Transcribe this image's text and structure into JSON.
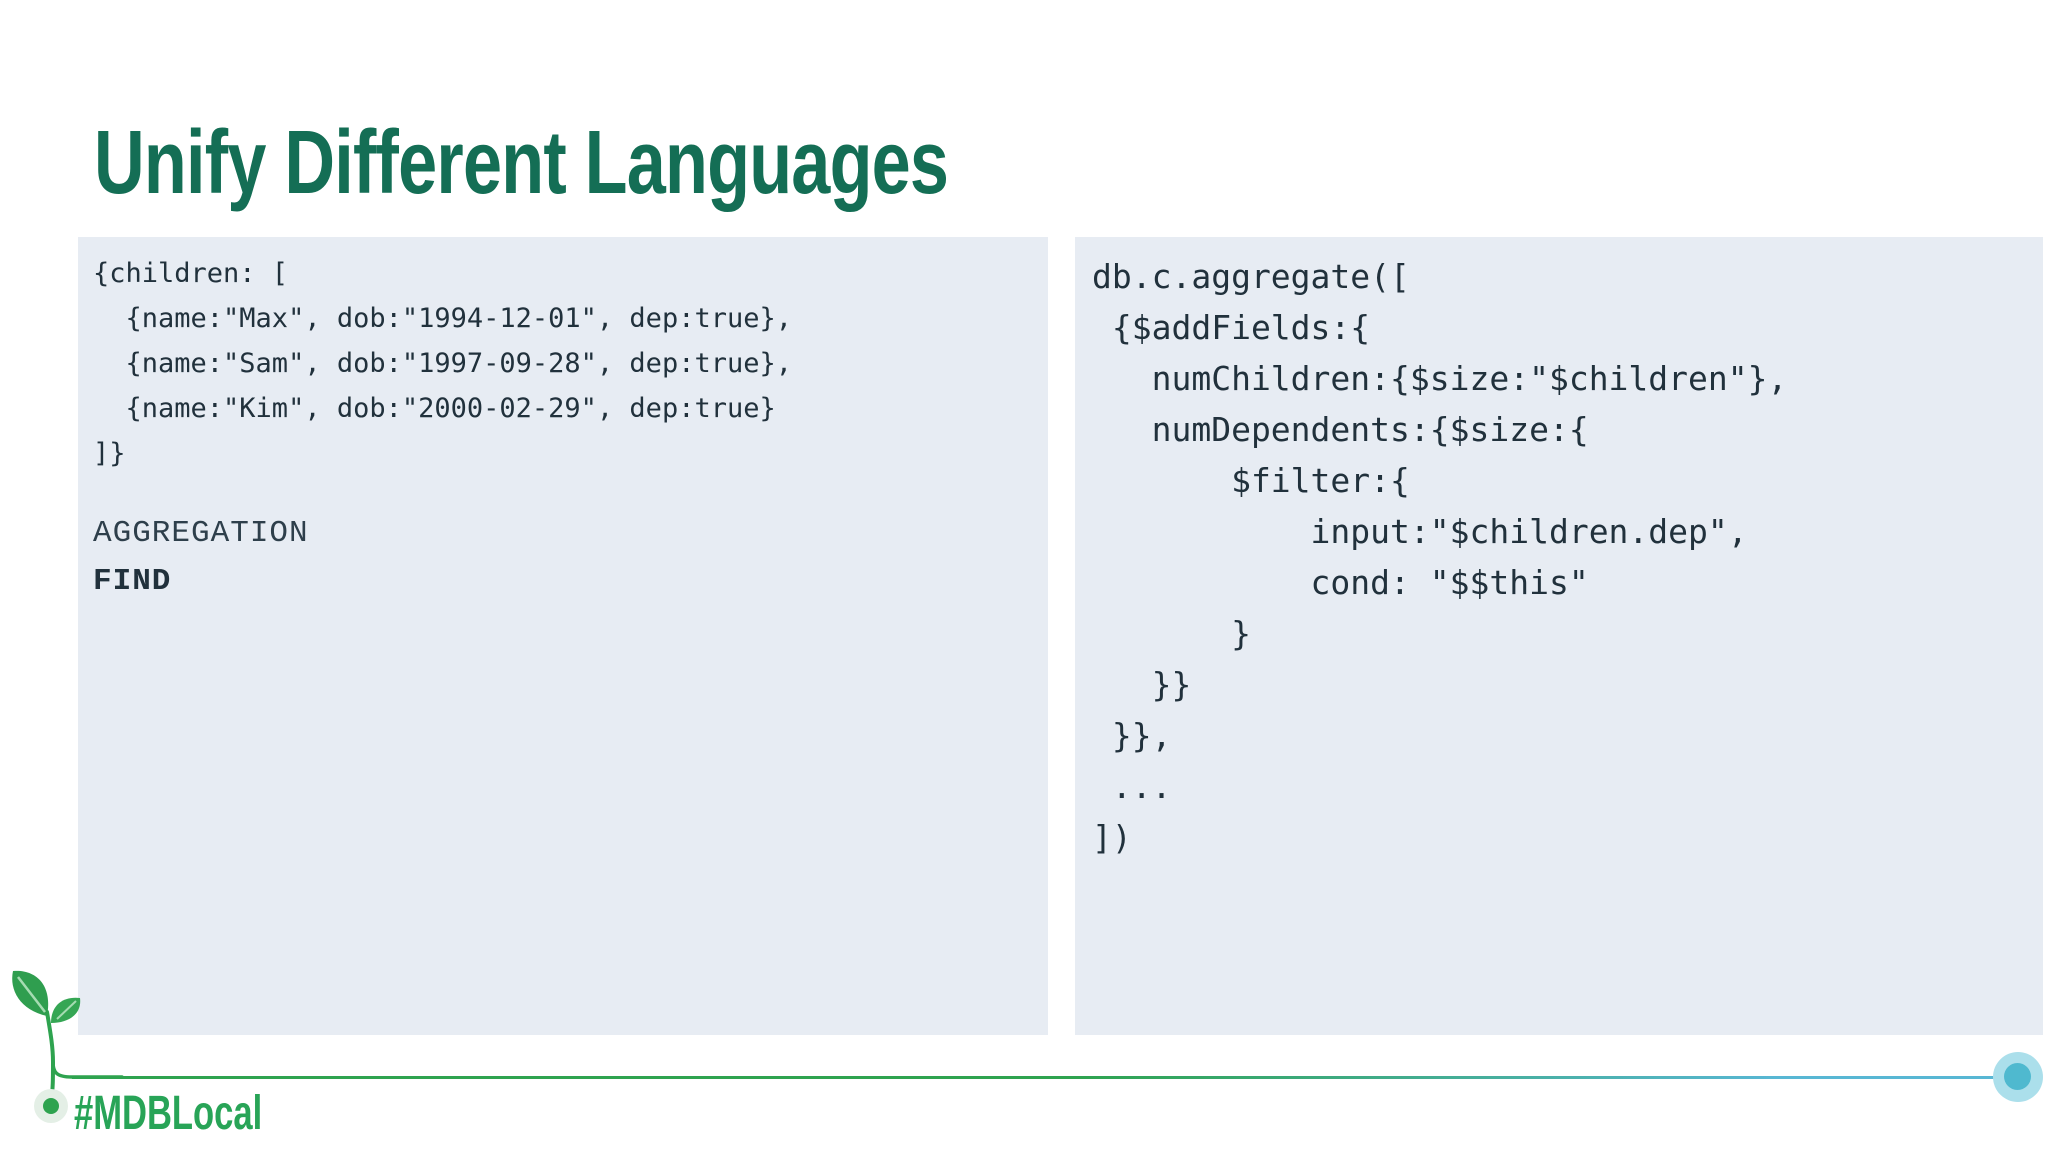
{
  "slide": {
    "title": "Unify Different Languages"
  },
  "left_panel": {
    "code": "{children: [\n  {name:\"Max\", dob:\"1994-12-01\", dep:true},\n  {name:\"Sam\", dob:\"1997-09-28\", dep:true},\n  {name:\"Kim\", dob:\"2000-02-29\", dep:true}\n]}",
    "label_aggregation": "AGGREGATION",
    "label_find": "FIND"
  },
  "right_panel": {
    "code": "db.c.aggregate([\n {$addFields:{\n   numChildren:{$size:\"$children\"},\n   numDependents:{$size:{\n       $filter:{\n           input:\"$children.dep\",\n           cond: \"$$this\"\n       }\n   }}\n }},\n ...\n])"
  },
  "footer": {
    "hashtag": "#MDBLocal"
  },
  "icons": {
    "sprout": "seedling with two leaves",
    "line_end": "teal dot with halo",
    "stem_end": "green dot with halo"
  },
  "colors": {
    "title_green": "#146e55",
    "hashtag_green": "#28a457",
    "panel_background": "#e7ecf3",
    "code_text": "#21313c",
    "line_green": "#2ea34f",
    "line_teal": "#58b7d4",
    "leaf_green": "#2f9e4f",
    "end_dot_teal": "#4fb9cf",
    "end_halo_teal": "#abdfeb"
  }
}
